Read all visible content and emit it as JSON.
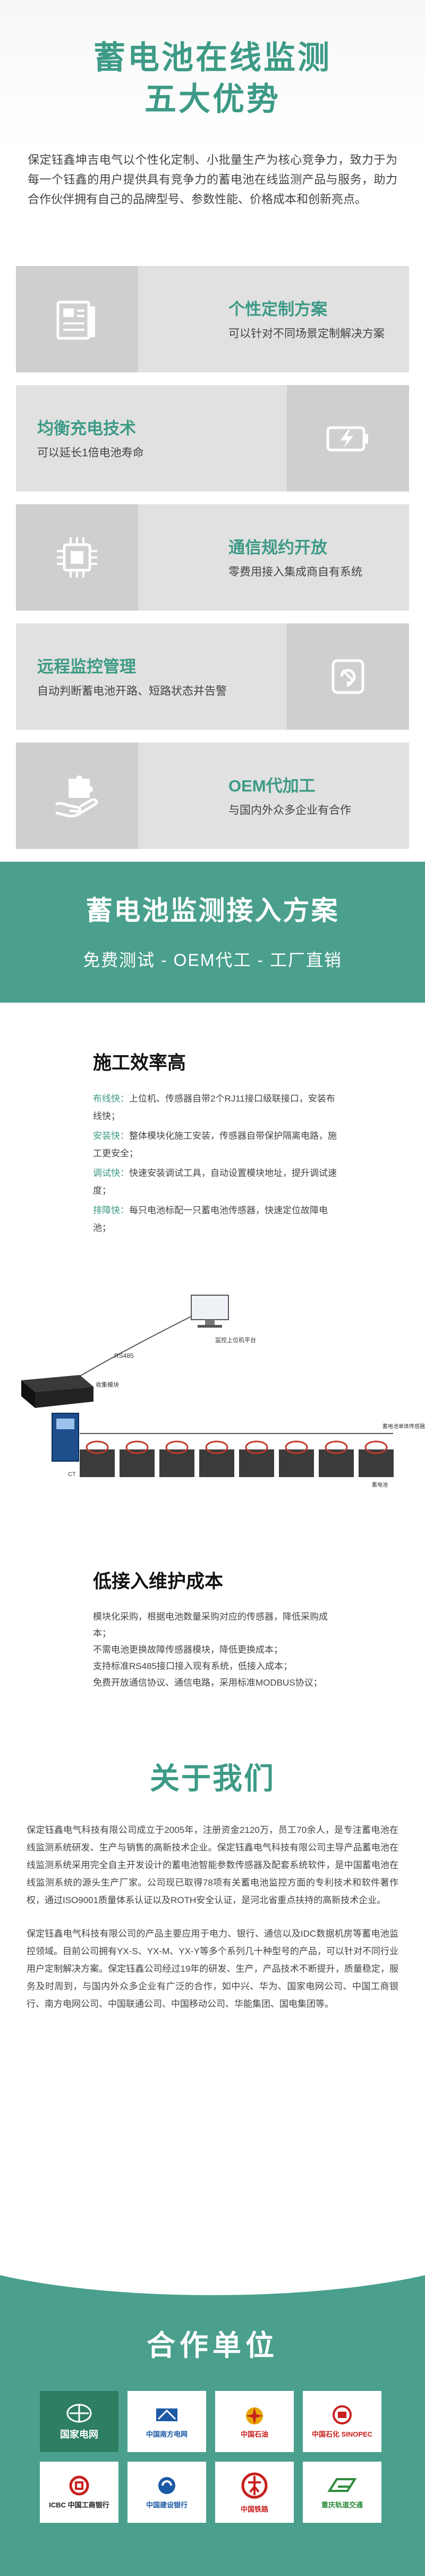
{
  "hero": {
    "title_line1": "蓄电池在线监测",
    "title_line2": "五大优势",
    "intro": "保定钰鑫坤吉电气以个性化定制、小批量生产为核心竞争力，致力于为每一个钰鑫的用户提供具有竞争力的蓄电池在线监测产品与服务，助力合作伙伴拥有自己的品牌型号、参数性能、价格成本和创新亮点。"
  },
  "features": [
    {
      "title": "个性定制方案",
      "desc": "可以针对不同场景定制解决方案",
      "icon": "document-icon"
    },
    {
      "title": "均衡充电技术",
      "desc": "可以延长1倍电池寿命",
      "icon": "battery-charge-icon"
    },
    {
      "title": "通信规约开放",
      "desc": "零费用接入集成商自有系统",
      "icon": "chip-icon"
    },
    {
      "title": "远程监控管理",
      "desc": "自动判断蓄电池开路、短路状态并告警",
      "icon": "remote-monitor-icon"
    },
    {
      "title": "OEM代加工",
      "desc": "与国内外众多企业有合作",
      "icon": "hand-puzzle-icon"
    }
  ],
  "band": {
    "title": "蓄电池监测接入方案",
    "subtitle": "免费测试 - OEM代工 - 工厂直销"
  },
  "efficiency": {
    "heading": "施工效率高",
    "items": [
      {
        "k": "布线快：",
        "v": "上位机、传感器自带2个RJ11接口级联接口，安装布线快；"
      },
      {
        "k": "安装快：",
        "v": "整体模块化施工安装，传感器自带保护隔离电路，施工更安全；"
      },
      {
        "k": "调试快：",
        "v": "快速安装调试工具，自动设置模块地址，提升调试速度；"
      },
      {
        "k": "排障快：",
        "v": "每只电池标配一只蓄电池传感器，快速定位故障电池；"
      }
    ]
  },
  "diagram": {
    "platform_label": "监控上位机平台",
    "rs485_label": "RS485",
    "host_label": "收集模块",
    "ct_label": "CT",
    "sensor_label": "蓄电池单体传感器",
    "battery_label": "蓄电池"
  },
  "maintenance": {
    "heading": "低接入维护成本",
    "lines": [
      "模块化采购，根据电池数量采购对应的传感器，降低采购成本；",
      "不需电池更换故障传感器模块，降低更换成本；",
      "支持标准RS485接口接入现有系统，低接入成本；",
      "免费开放通信协议、通信电路，采用标准MODBUS协议；"
    ]
  },
  "about": {
    "title": "关于我们",
    "p1": "保定钰鑫电气科技有限公司成立于2005年，注册资金2120万，员工70余人，是专注蓄电池在线监测系统研发、生产与销售的高新技术企业。保定钰鑫电气科技有限公司主导产品蓄电池在线监测系统采用完全自主开发设计的蓄电池智能参数传感器及配套系统软件，是中国蓄电池在线监测系统的源头生产厂家。公司现已取得78项有关蓄电池监控方面的专利技术和软件著作权，通过ISO9001质量体系认证以及ROTH安全认证，是河北省重点扶持的高新技术企业。",
    "p2": "保定钰鑫电气科技有限公司的产品主要应用于电力、银行、通信以及IDC数据机房等蓄电池监控领域。目前公司拥有YX-S、YX-M、YX-Y等多个系列几十种型号的产品，可以针对不同行业用户定制解决方案。保定钰鑫公司经过19年的研发、生产，产品技术不断提升，质量稳定，服务及时周到，与国内外众多企业有广泛的合作，如中兴、华为、国家电网公司、中国工商银行、南方电网公司、中国联通公司、中国移动公司、华能集团、国电集团等。"
  },
  "partners": {
    "title": "合作单位",
    "logos": [
      {
        "name": "国家电网",
        "icon": "state-grid-logo",
        "dark": true
      },
      {
        "name": "中国南方电网",
        "icon": "csg-logo",
        "dark": false
      },
      {
        "name": "中国石油",
        "icon": "petrochina-logo",
        "dark": false
      },
      {
        "name": "中国石化 SINOPEC",
        "icon": "sinopec-logo",
        "dark": false
      },
      {
        "name": "ICBC 中国工商银行",
        "icon": "icbc-logo",
        "dark": false
      },
      {
        "name": "中国建设银行",
        "icon": "ccb-logo",
        "dark": false
      },
      {
        "name": "中国铁路",
        "icon": "railway-logo",
        "dark": false
      },
      {
        "name": "重庆轨道交通",
        "icon": "cq-rail-logo",
        "dark": false
      }
    ]
  }
}
